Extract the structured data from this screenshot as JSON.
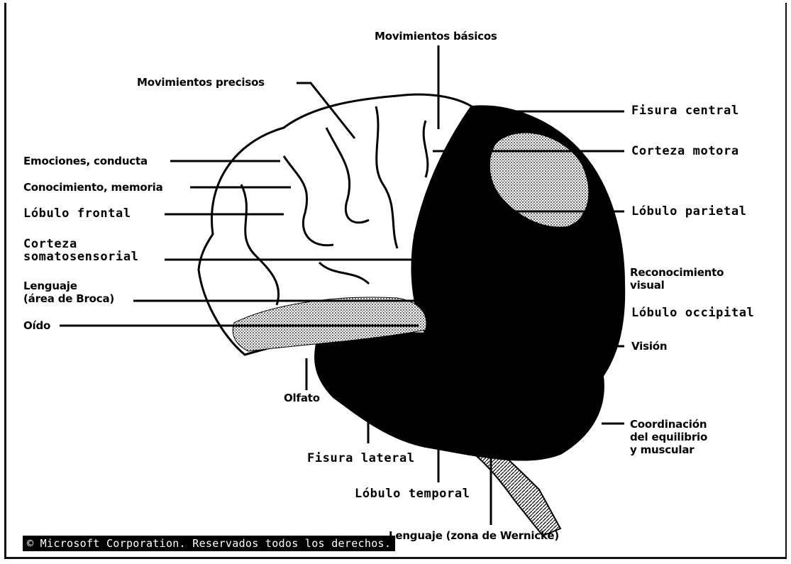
{
  "labels": {
    "movimientos_basicos": "Movimientos básicos",
    "movimientos_precisos": "Movimientos precisos",
    "emociones_conducta": "Emociones, conducta",
    "conocimiento_memoria": "Conocimiento, memoria",
    "lobulo_frontal": "Lóbulo frontal",
    "corteza_somatosensorial_1": "Corteza",
    "corteza_somatosensorial_2": "somatosensorial",
    "lenguaje_broca_1": "Lenguaje",
    "lenguaje_broca_2": "(área de Broca)",
    "oido": "Oído",
    "olfato": "Olfato",
    "fisura_lateral": "Fisura lateral",
    "lobulo_temporal": "Lóbulo temporal",
    "lenguaje_wernicke": "Lenguaje (zona de Wernicke)",
    "fisura_central": "Fisura central",
    "corteza_motora": "Corteza motora",
    "lobulo_parietal": "Lóbulo parietal",
    "reconocimiento_visual_1": "Reconocimiento",
    "reconocimiento_visual_2": "visual",
    "lobulo_occipital": "Lóbulo occipital",
    "vision": "Visión",
    "coordinacion_1": "Coordinación",
    "coordinacion_2": "del equilibrio",
    "coordinacion_3": "y muscular"
  },
  "copyright": "© Microsoft Corporation. Reservados todos los derechos."
}
